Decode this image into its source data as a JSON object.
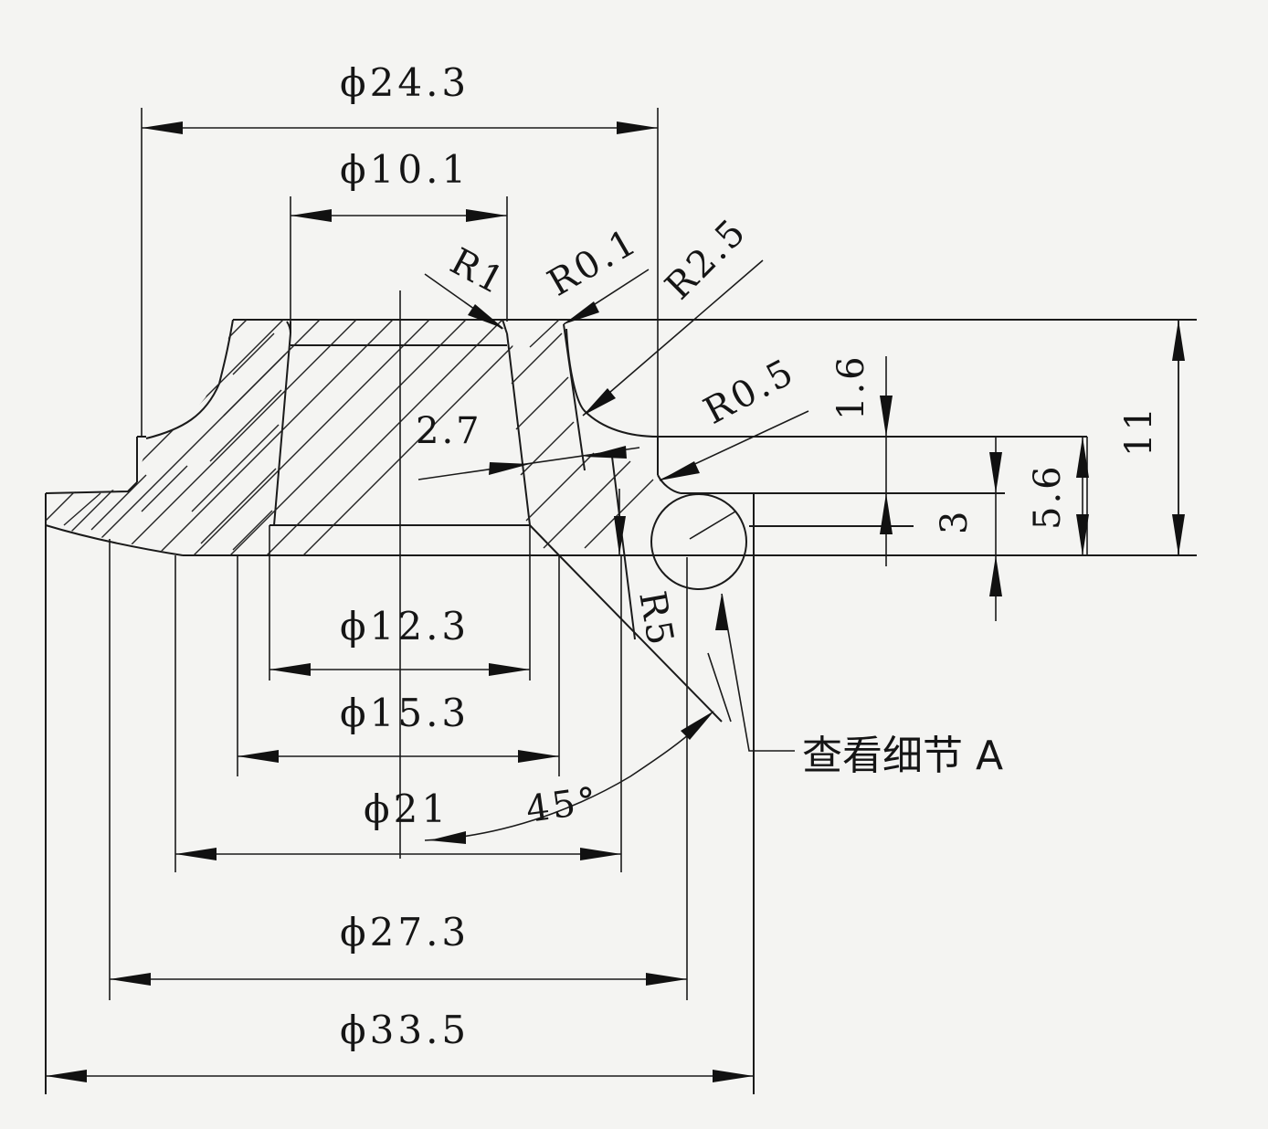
{
  "diameters": {
    "d_24_3": "ϕ24.3",
    "d_10_1": "ϕ10.1",
    "d_12_3": "ϕ12.3",
    "d_15_3": "ϕ15.3",
    "d_21": "ϕ21",
    "d_27_3": "ϕ27.3",
    "d_33_5": "ϕ33.5"
  },
  "radii": {
    "r1": "R1",
    "r0_1": "R0.1",
    "r2_5": "R2.5",
    "r0_5": "R0.5",
    "r5": "R5"
  },
  "lengths": {
    "len_2_7": "2.7",
    "len_1_6": "1.6",
    "len_3": "3",
    "len_5_6": "5.6",
    "len_11": "11"
  },
  "angle": "45°",
  "detail_label": "查看细节 A"
}
